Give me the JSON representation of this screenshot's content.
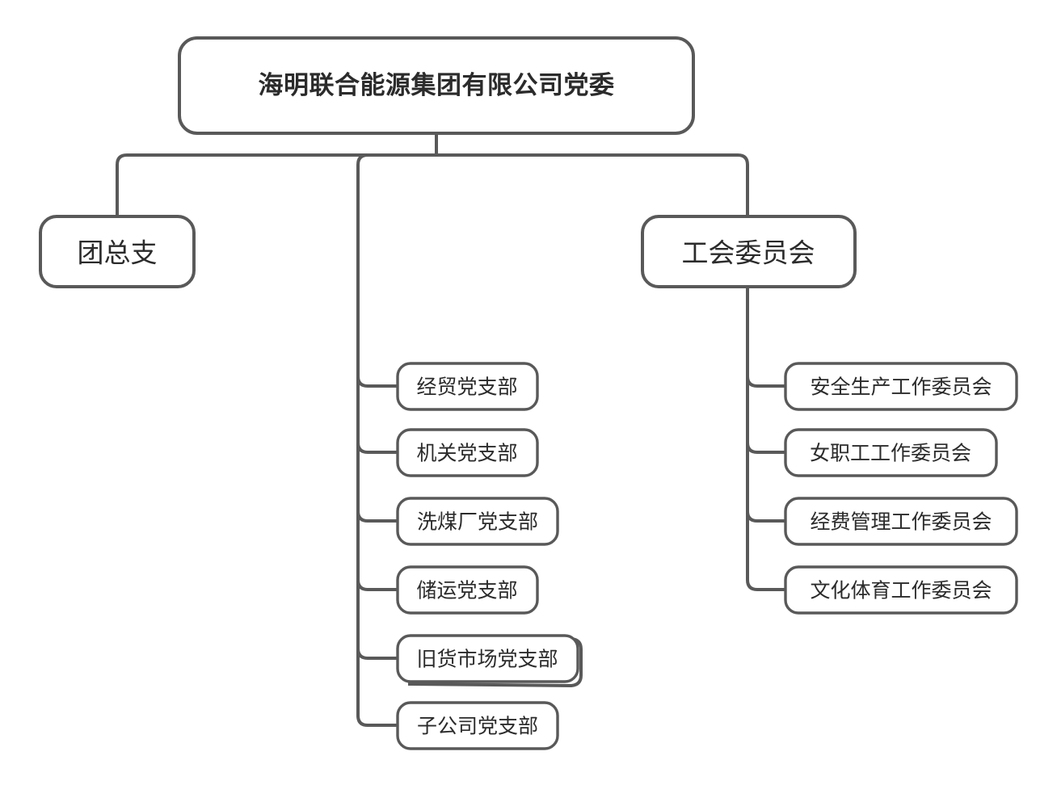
{
  "diagram": {
    "type": "organizational-chart",
    "title_node": {
      "label": "海明联合能源集团有限公司党委"
    },
    "level_two": [
      {
        "label": "团总支"
      },
      {
        "label": "工会委员会"
      }
    ],
    "party_branches": [
      {
        "label": "经贸党支部"
      },
      {
        "label": "机关党支部"
      },
      {
        "label": "洗煤厂党支部"
      },
      {
        "label": "储运党支部"
      },
      {
        "label": "旧货市场党支部"
      },
      {
        "label": "子公司党支部"
      }
    ],
    "union_committees": [
      {
        "label": "安全生产工作委员会"
      },
      {
        "label": "女职工工作委员会"
      },
      {
        "label": "经费管理工作委员会"
      },
      {
        "label": "文化体育工作委员会"
      }
    ],
    "colors": {
      "stroke": "#595959",
      "text": "#2b2b2b",
      "background": "#ffffff"
    }
  }
}
